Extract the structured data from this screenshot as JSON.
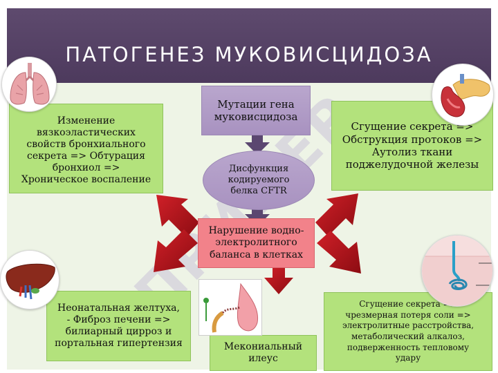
{
  "title": "ПАТОГЕНЕЗ МУКОВИСЦИДОЗА",
  "nodes": {
    "mutation": [
      "Мутации гена",
      "муковисцидоза"
    ],
    "cftr": [
      "Дисфункция",
      "кодируемого",
      "белка CFTR"
    ],
    "imbalance": [
      "Нарушение водно-",
      "электролитного",
      "баланса в клетках"
    ],
    "lungs": [
      "Изменение",
      "вязкоэластических",
      "свойств бронхиального",
      "секрета =>  Обтурация",
      "бронхиол =>",
      "Хроническое воспаление"
    ],
    "pancreas": [
      "Сгущение секрета =>",
      "Обструкция протоков =>",
      "Аутолиз ткани",
      "поджелудочной железы"
    ],
    "liver": [
      "Неонатальная желтуха,",
      "-   Фиброз печени =>",
      "билиарный цирроз и",
      "портальная гипертензия"
    ],
    "meconium": [
      "Мекониальный",
      "илеус"
    ],
    "sweat": [
      "Сгущение секрета =>",
      "чрезмерная потеря соли =>",
      "электролитные расстройства,",
      "метаболический алкалоз,",
      "подверженность тепловому",
      "удару"
    ]
  },
  "watermark": "ПРИМЕР",
  "colors": {
    "header": "#4d3a5d",
    "band": "#eef4e6",
    "green_box": "#b3e27c",
    "purple_box": "#a892c0",
    "red_box": "#f2828a",
    "arrow_red": "#a8121a",
    "arrow_purple": "#5b4770"
  },
  "icons": [
    "lungs-illustration",
    "pancreas-illustration",
    "liver-illustration",
    "sweat-gland-illustration",
    "intestine-illustration"
  ]
}
